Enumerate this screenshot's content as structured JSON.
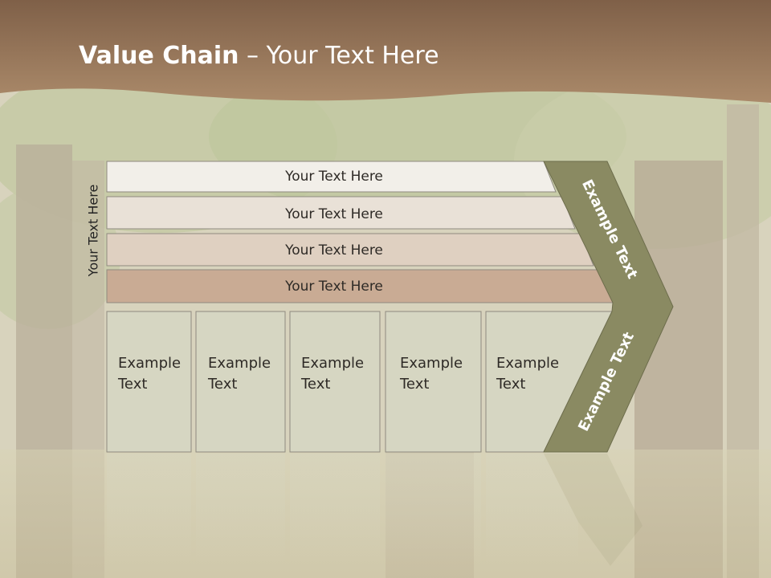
{
  "slide": {
    "title_bold": "Value Chain",
    "title_rest": " – Your Text Here",
    "side_label": "Your Text Here"
  },
  "rows": [
    {
      "label": "Your Text Here",
      "fill": "#f2efe9"
    },
    {
      "label": "Your Text Here",
      "fill": "#e9e1d7"
    },
    {
      "label": "Your Text Here",
      "fill": "#dfd0c1"
    },
    {
      "label": "Your Text Here",
      "fill": "#c9ab94"
    }
  ],
  "columns": [
    {
      "line1": "Example",
      "line2": "Text"
    },
    {
      "line1": "Example",
      "line2": "Text"
    },
    {
      "line1": "Example",
      "line2": "Text"
    },
    {
      "line1": "Example",
      "line2": "Text"
    },
    {
      "line1": "Example",
      "line2": "Text"
    }
  ],
  "chevron": {
    "upper": "Example Text",
    "lower": "Example Text",
    "fill": "#8a8a62"
  },
  "colors": {
    "header_brown": "#9b7b5c",
    "column_fill": "#d6d6c2"
  }
}
